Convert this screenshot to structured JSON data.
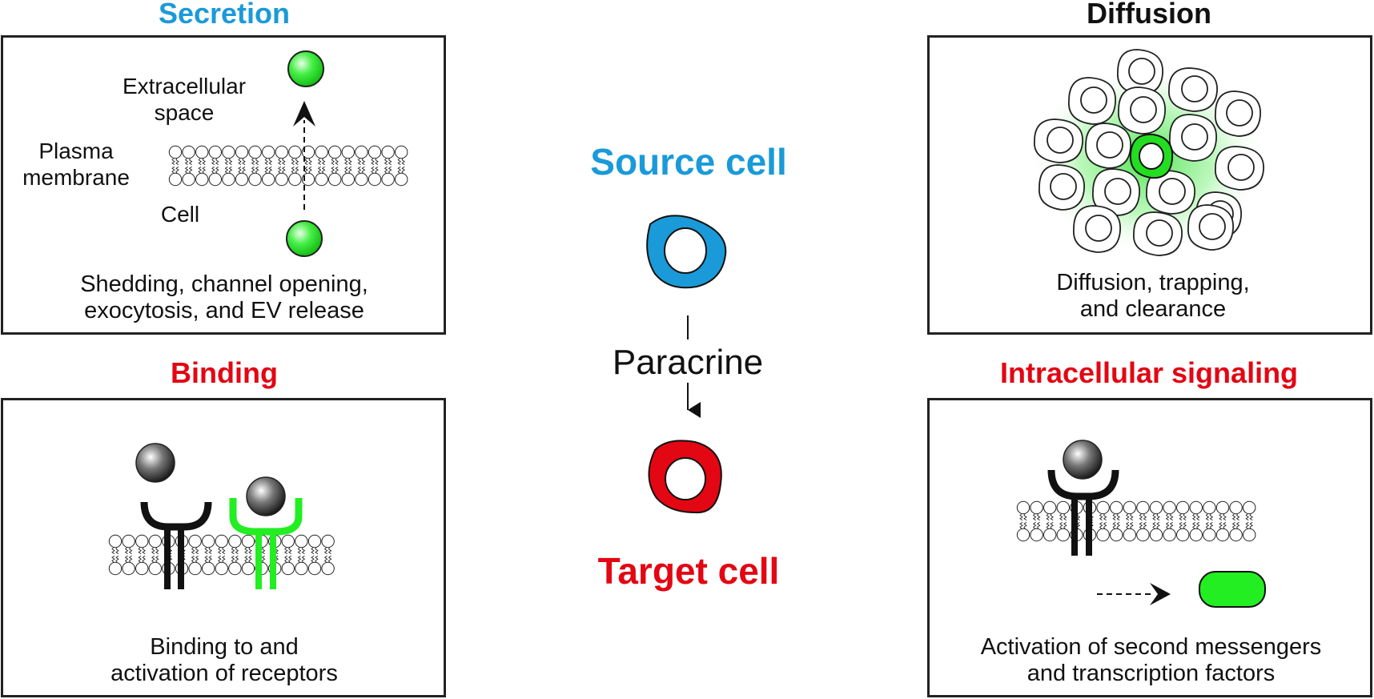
{
  "panels": {
    "secretion": {
      "title": "Secretion",
      "label_extracellular": [
        "Extracellular",
        "space"
      ],
      "label_membrane": [
        "Plasma",
        "membrane"
      ],
      "label_cell": "Cell",
      "caption": [
        "Shedding, channel opening,",
        "exocytosis, and EV release"
      ]
    },
    "diffusion": {
      "title": "Diffusion",
      "caption": [
        "Diffusion, trapping,",
        "and clearance"
      ]
    },
    "binding": {
      "title": "Binding",
      "caption": [
        "Binding to and",
        "activation of receptors"
      ]
    },
    "intracellular": {
      "title": "Intracellular signaling",
      "caption": [
        "Activation of second messengers",
        "and transcription factors"
      ]
    }
  },
  "center": {
    "source_label": "Source cell",
    "paracrine_label": "Paracrine",
    "target_label": "Target cell"
  },
  "colors": {
    "blue": "#1a9ad8",
    "red": "#e30613",
    "green": "#22dd22",
    "black": "#111111"
  }
}
